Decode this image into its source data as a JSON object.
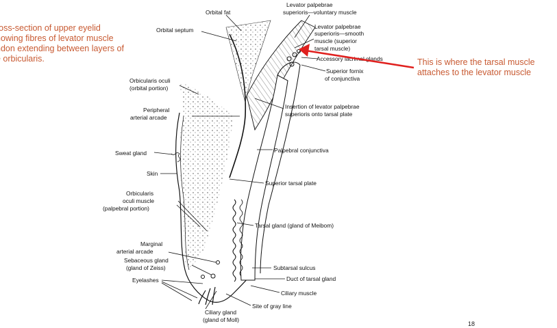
{
  "caption": {
    "lines": [
      "ross-section of upper eyelid",
      "howing fibres of levator muscle",
      "ndon extending between layers of",
      "e orbicularis."
    ]
  },
  "annotation": {
    "lines": [
      "This is where the tarsal muscle",
      "attaches to the levator muscle"
    ],
    "color": "#c85a32",
    "arrow_color": "#e0201e"
  },
  "labels": {
    "orbital_fat": "Orbital fat",
    "lps_voluntary_1": "Levator palpebrae",
    "lps_voluntary_2": "superioris—voluntary muscle",
    "orbital_septum": "Orbital septum",
    "lps_smooth_1": "Levator palpebrae",
    "lps_smooth_2": "superioris—smooth",
    "lps_smooth_3": "muscle (superior",
    "lps_smooth_4": "tarsal muscle)",
    "accessory_lacrimal": "Accessory lacrimal glands",
    "superior_fornix_1": "Superior fornix",
    "superior_fornix_2": "of conjunctiva",
    "orbicularis_orbital_1": "Orbicularis oculi",
    "orbicularis_orbital_2": "(orbital portion)",
    "peripheral_arcade_1": "Peripheral",
    "peripheral_arcade_2": "arterial arcade",
    "insertion_1": "Insertion of levator palpebrae",
    "insertion_2": "superioris onto tarsal plate",
    "sweat_gland": "Sweat gland",
    "palpebral_conjunctiva": "Palpebral conjunctiva",
    "skin": "Skin",
    "superior_tarsal_plate": "Superior tarsal plate",
    "orbicularis_palpebral_1": "Orbicularis",
    "orbicularis_palpebral_2": "oculi muscle",
    "orbicularis_palpebral_3": "(palpebral portion)",
    "tarsal_gland": "Tarsal gland (gland of Meibom)",
    "marginal_arcade_1": "Marginal",
    "marginal_arcade_2": "arterial arcade",
    "sebaceous_1": "Sebaceous gland",
    "sebaceous_2": "(gland of Zeiss)",
    "subtarsal_sulcus": "Subtarsal sulcus",
    "eyelashes": "Eyelashes",
    "duct_tarsal": "Duct of tarsal gland",
    "ciliary_muscle": "Ciliary muscle",
    "gray_line": "Site of gray line",
    "ciliary_gland_1": "Ciliary gland",
    "ciliary_gland_2": "(gland of Moll)"
  },
  "page_number": "18"
}
